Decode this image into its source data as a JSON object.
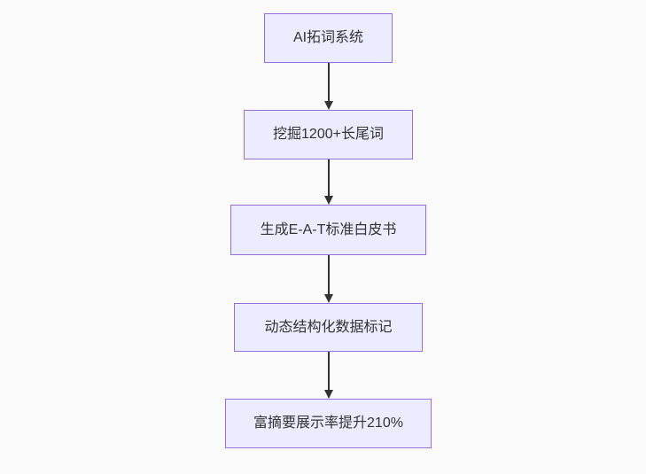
{
  "diagram": {
    "type": "flowchart",
    "direction": "top-down",
    "nodes": [
      {
        "id": "n1",
        "label": "AI拓词系统"
      },
      {
        "id": "n2",
        "label": "挖掘1200+长尾词"
      },
      {
        "id": "n3",
        "label": "生成E-A-T标准白皮书"
      },
      {
        "id": "n4",
        "label": "动态结构化数据标记"
      },
      {
        "id": "n5",
        "label": "富摘要展示率提升210%"
      }
    ],
    "edges": [
      {
        "from": "n1",
        "to": "n2",
        "style": "arrow-down"
      },
      {
        "from": "n2",
        "to": "n3",
        "style": "arrow-down"
      },
      {
        "from": "n3",
        "to": "n4",
        "style": "arrow-down"
      },
      {
        "from": "n4",
        "to": "n5",
        "style": "arrow-down"
      }
    ],
    "colors": {
      "node_fill": "#ECECFF",
      "node_border": "#9370DB",
      "node_text": "#333333",
      "arrow": "#333333",
      "background": "#FAFAFA"
    }
  }
}
